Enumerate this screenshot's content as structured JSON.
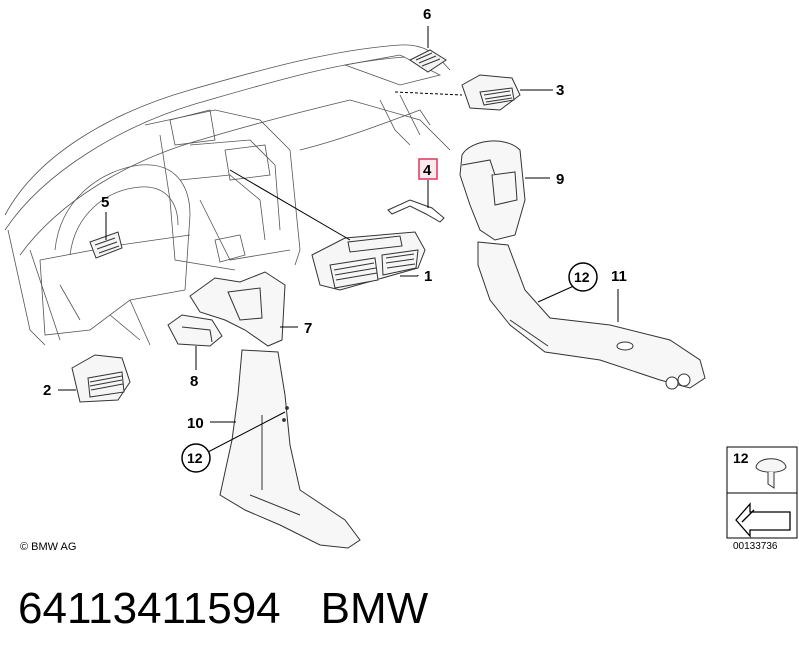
{
  "diagram": {
    "callouts": {
      "c1": "1",
      "c2": "2",
      "c3": "3",
      "c4": "4",
      "c5": "5",
      "c6": "6",
      "c7": "7",
      "c8": "8",
      "c9": "9",
      "c10": "10",
      "c11": "11",
      "c12a": "12",
      "c12b": "12"
    },
    "legend_label": "12",
    "highlight_color": "#d9385a"
  },
  "copyright": "© BMW AG",
  "reference_code": "00133736",
  "footer": {
    "part_number": "64113411594",
    "brand": "BMW"
  }
}
